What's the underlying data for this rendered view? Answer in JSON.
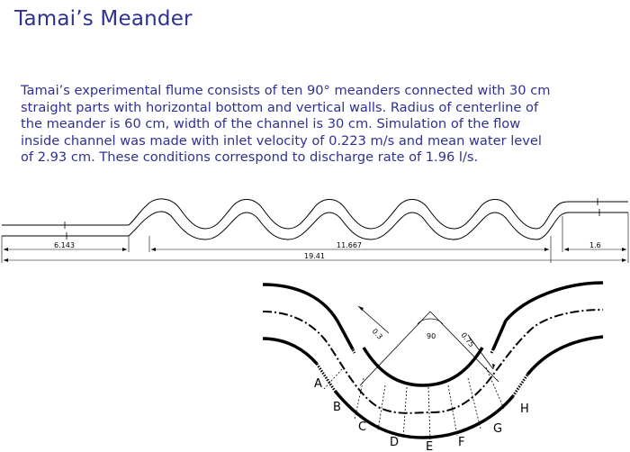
{
  "slide": {
    "title": "Tamai’s Meander",
    "body_lines": [
      "Tamai’s experimental flume consists of ten 90° meanders connected with 30 cm",
      "straight parts with horizontal bottom and vertical walls. Radius of centerline of",
      "the meander is 60 cm, width of the channel is 30 cm. Simulation of the flow",
      "inside channel was made with inlet velocity of 0.223  m/s and mean water level",
      "of 2.93 cm. These conditions correspond to discharge rate of 1.96  l/s."
    ]
  },
  "flume_diagram": {
    "dimensions": {
      "inlet_length": "6.143",
      "meander_length": "11.667",
      "outlet_length": "1.6",
      "total_length": "19.41"
    }
  },
  "section_diagram": {
    "angle_label": "90",
    "left_dim": "0.3",
    "right_dim": "0.75",
    "section_labels": [
      "A",
      "B",
      "C",
      "D",
      "E",
      "F",
      "G",
      "H"
    ]
  }
}
